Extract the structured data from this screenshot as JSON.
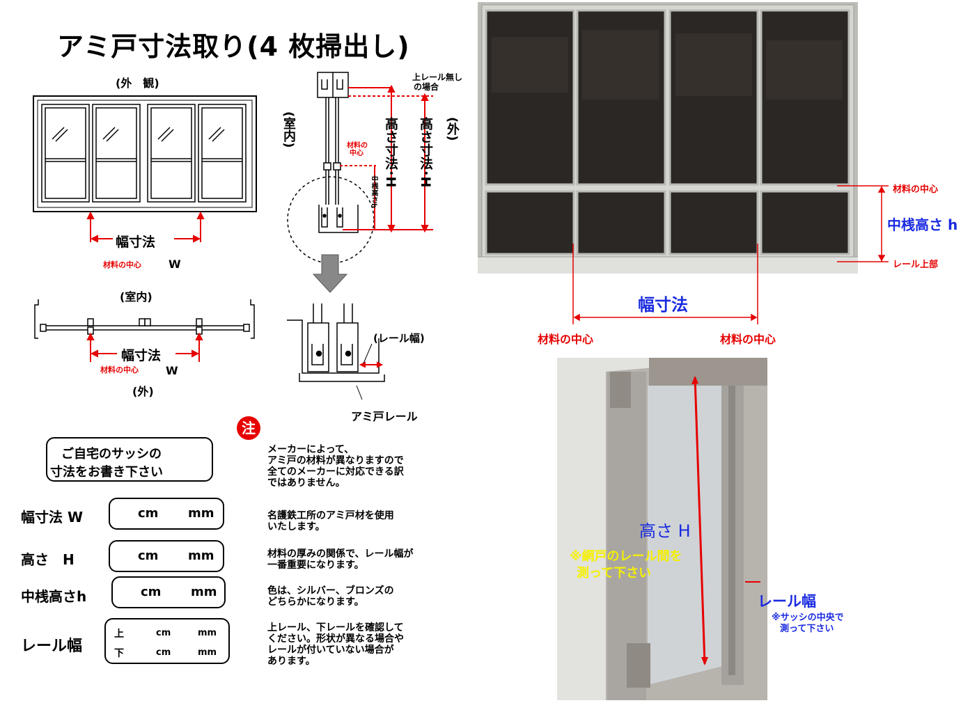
{
  "title": "アミ戸寸法取り(4 枚掃出し)",
  "exterior_view": {
    "label": "(外　観)",
    "width_label": "幅寸法",
    "center_label": "材料の中心",
    "w_label": "W"
  },
  "plan_view": {
    "top_label": "(室内)",
    "width_label": "幅寸法",
    "center_label": "材料の中心",
    "w_label": "W",
    "bottom_label": "(外)"
  },
  "section_view": {
    "no_rail_label_line1": "上レール無し",
    "no_rail_label_line2": "の場合",
    "indoor_label": "(室内)",
    "outdoor_label": "(外)",
    "height_label_1": "高さ寸法･H",
    "height_label_2": "高さ寸法･H",
    "material_center_line1": "材料の",
    "material_center_line2": "中心",
    "mid_rail_label": "中桟高さh",
    "rail_width_label": "(レール幅)",
    "screen_rail_label": "アミ戸レール"
  },
  "notice_badge": "注",
  "form": {
    "heading_line1": "ご自宅のサッシの",
    "heading_line2": "寸法をお書き下さい",
    "rows": [
      {
        "label": "幅寸法 W",
        "unit1": "cm",
        "unit2": "mm"
      },
      {
        "label": "高さ　H",
        "unit1": "cm",
        "unit2": "mm"
      },
      {
        "label": "中桟高さh",
        "unit1": "cm",
        "unit2": "mm"
      }
    ],
    "rail": {
      "label": "レール幅",
      "upper": "上",
      "lower": "下",
      "unit1": "cm",
      "unit2": "mm"
    }
  },
  "notes": [
    [
      "メーカーによって、",
      "アミ戸の材料が異なりますので",
      "全てのメーカーに対応できる訳",
      "ではありません。"
    ],
    [
      "名護鉄工所のアミ戸材を使用",
      "いたします。"
    ],
    [
      "材料の厚みの関係で、レール幅が",
      "一番重要になります。"
    ],
    [
      "色は、シルバー、ブロンズの",
      "どちらかになります。"
    ],
    [
      "上レール、下レールを確認して",
      "ください。形状が異なる場合や",
      "レールが付いていない場合が",
      "あります。"
    ]
  ],
  "photo1": {
    "material_center_right": "材料の中心",
    "mid_rail_height": "中桟高さ h",
    "rail_top": "レール上部",
    "width_label": "幅寸法",
    "center_left": "材料の中心",
    "center_right": "材料の中心"
  },
  "photo2": {
    "height_label": "高さ H",
    "measure_note_line1": "※網戸のレール間を",
    "measure_note_line2": "測って下さい",
    "rail_width_label": "レール幅",
    "sash_note_line1": "※サッシの中央で",
    "sash_note_line2": "測って下さい"
  }
}
